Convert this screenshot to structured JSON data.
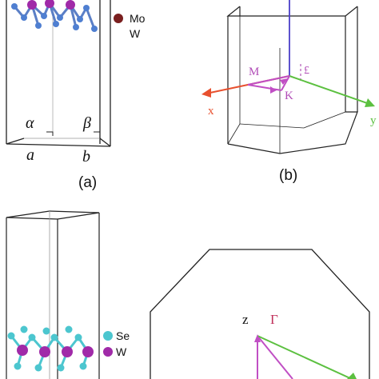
{
  "panel_a": {
    "caption": "(a)",
    "legend": [
      {
        "label": "Mo",
        "color": "#7a1f1f"
      },
      {
        "label": "W",
        "color": ""
      }
    ],
    "angle_left": "α",
    "angle_right": "β",
    "edge_a": "a",
    "edge_b": "b"
  },
  "panel_b": {
    "caption": "(b)",
    "point_m": "M",
    "point_k": "K",
    "point_gamma": "£",
    "axis_x": "x",
    "axis_y": "y",
    "colors": {
      "x_axis": "#e8502e",
      "y_axis": "#5cc040",
      "z_axis": "#4b3fc9",
      "path": "#c04fc4"
    }
  },
  "panel_c": {
    "legend": [
      {
        "label": "Se",
        "color": "#4cc6cf"
      },
      {
        "label": "W",
        "color": "#a02aa8"
      }
    ]
  },
  "panel_d": {
    "axis_z": "z",
    "point_gamma": "Γ",
    "colors": {
      "gamma": "#c0305a",
      "path": "#c04fc4",
      "green": "#5cc040"
    }
  }
}
